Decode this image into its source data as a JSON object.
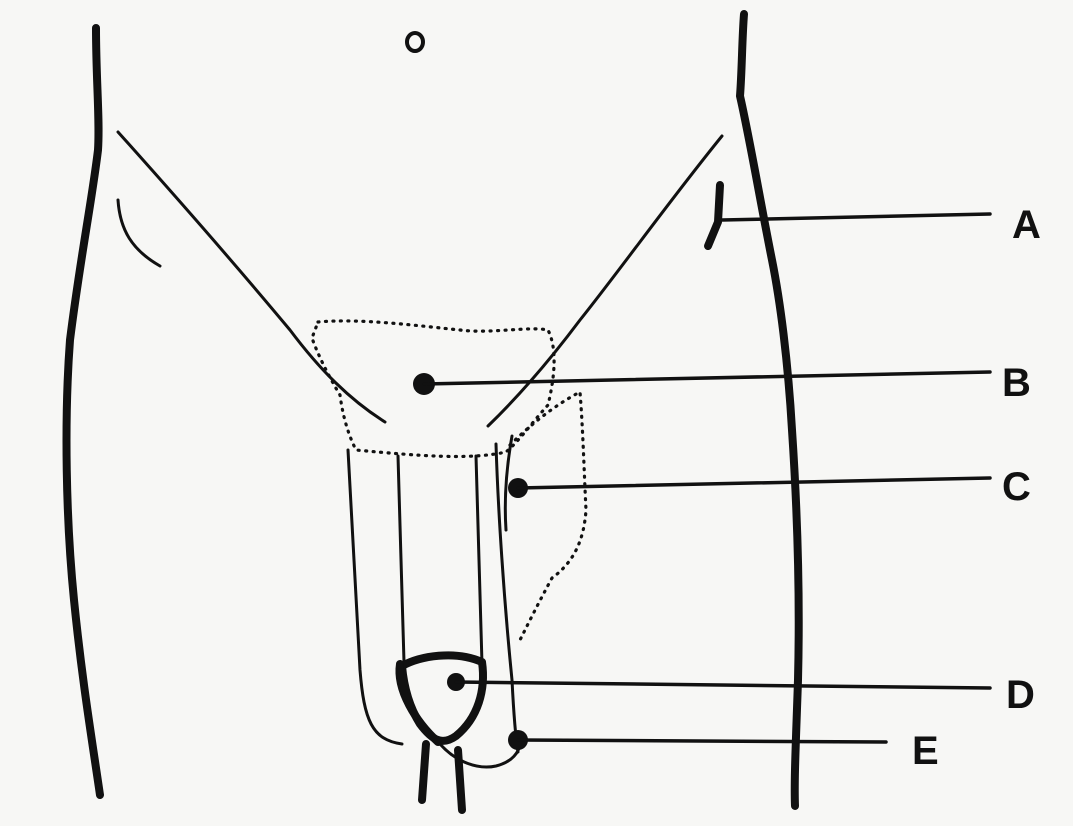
{
  "diagram": {
    "labels": {
      "a": "A",
      "b": "B",
      "c": "C",
      "d": "D",
      "e": "E"
    }
  },
  "colors": {
    "ink": "#111111",
    "background": "#ffffff"
  }
}
